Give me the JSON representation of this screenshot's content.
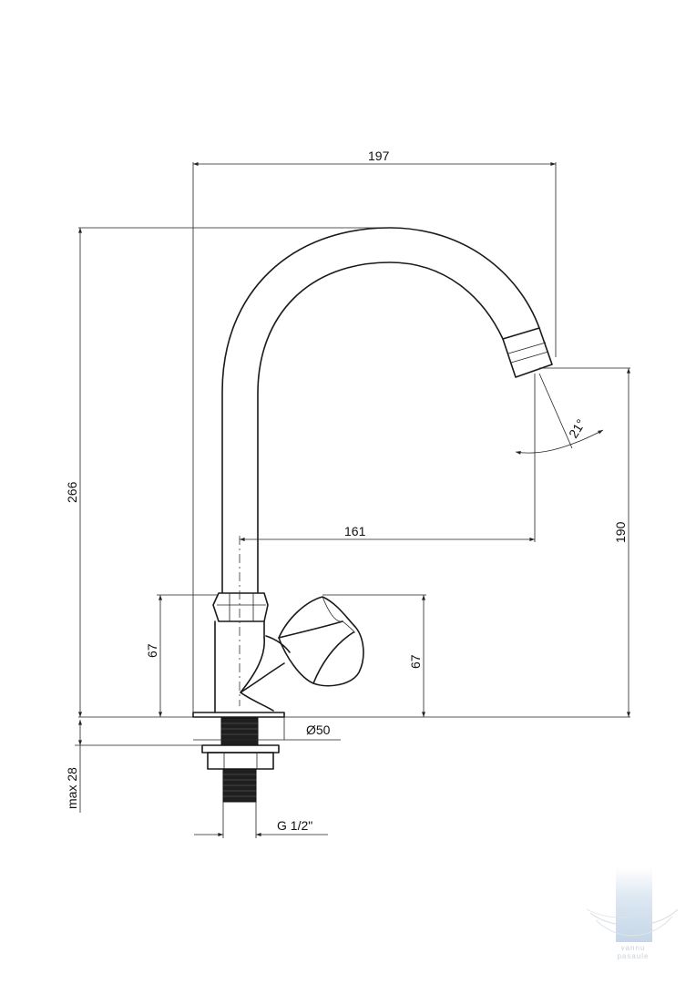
{
  "dimensions": {
    "width_197": "197",
    "height_266": "266",
    "reach_161": "161",
    "height_190": "190",
    "angle_21": "21°",
    "base_67_left": "67",
    "handle_67_right": "67",
    "diameter_50": "Ø50",
    "max_28": "max 28",
    "thread_g12": "G 1/2\""
  },
  "watermark": {
    "line1": "vannu",
    "line2": "pasaule"
  },
  "colors": {
    "line": "#1a1a1a",
    "watermark": "#c8d8e8"
  }
}
